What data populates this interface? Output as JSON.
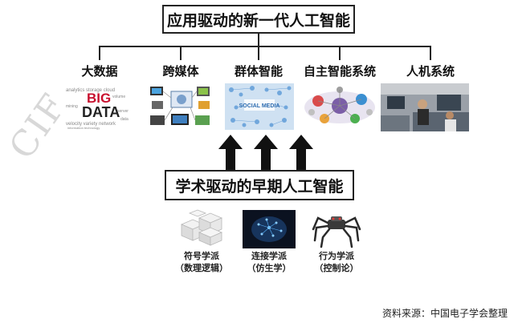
{
  "top_title": "应用驱动的新一代人工智能",
  "mid_title": "学术驱动的早期人工智能",
  "categories": [
    {
      "label": "大数据",
      "icon": "big-data-word-cloud"
    },
    {
      "label": "跨媒体",
      "icon": "cross-media-devices"
    },
    {
      "label": "群体智能",
      "icon": "social-media-network"
    },
    {
      "label": "自主智能系统",
      "icon": "autonomous-system-spheres"
    },
    {
      "label": "人机系统",
      "icon": "human-machine-photo"
    }
  ],
  "big_data_text": {
    "big": "BIG",
    "data": "DATA"
  },
  "social_media_text": "SOCIAL MEDIA",
  "early_schools": [
    {
      "line1": "符号学派",
      "line2": "（数理逻辑）",
      "icon": "cubes-icon"
    },
    {
      "line1": "连接学派",
      "line2": "（仿生学）",
      "icon": "brain-network-icon"
    },
    {
      "line1": "行为学派",
      "line2": "（控制论）",
      "icon": "hexapod-robot-icon"
    }
  ],
  "source": "资料来源：中国电子学会整理",
  "watermark": "CIF",
  "colors": {
    "arrow": "#111111",
    "line": "#222222",
    "big_data_red": "#c8102e",
    "social_blue": "#4a8fd4"
  }
}
